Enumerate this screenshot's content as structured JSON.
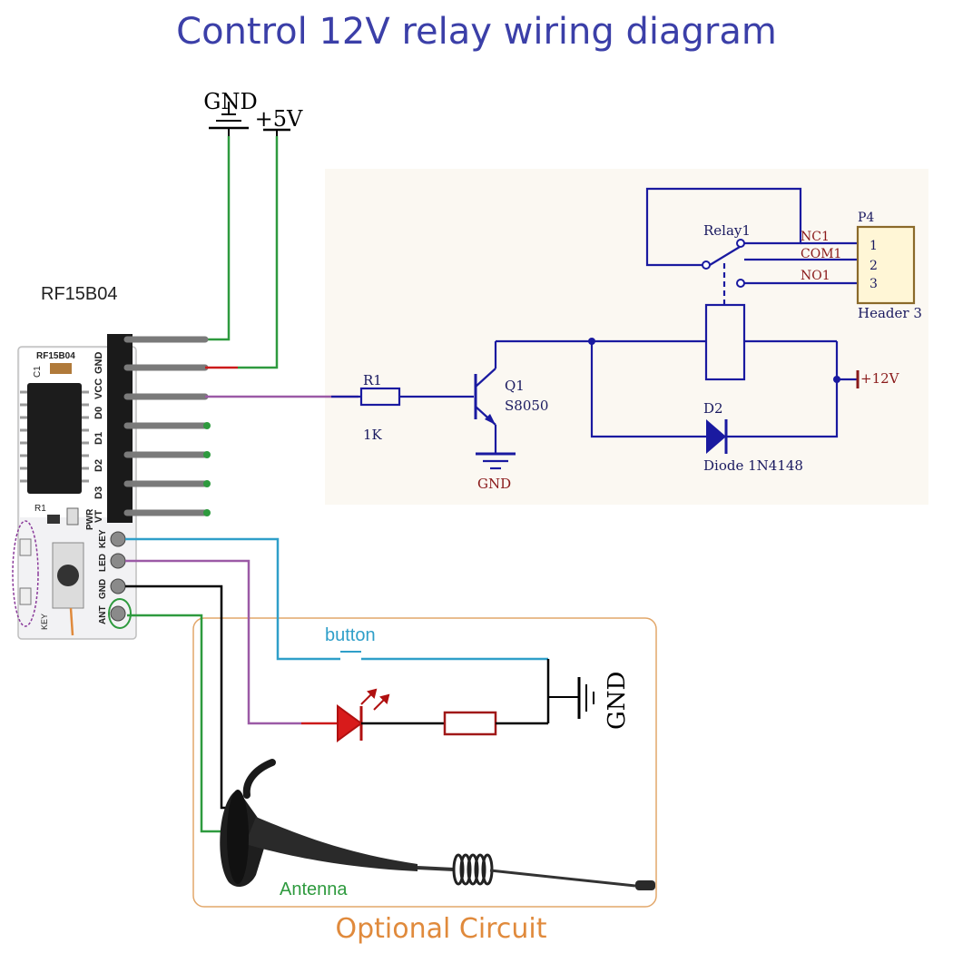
{
  "title": "Control 12V relay wiring diagram",
  "power": {
    "gnd": "GND",
    "vcc": "+5V"
  },
  "module": {
    "name": "RF15B04",
    "silk_name": "RF15B04",
    "pin_labels": [
      "GND",
      "VCC",
      "D0",
      "D1",
      "D2",
      "D3",
      "VT"
    ],
    "side_labels": [
      "KEY",
      "LED",
      "GND",
      "ANT"
    ],
    "component_labels": [
      "C1",
      "R1",
      "PWR",
      "KEY"
    ]
  },
  "relay_circuit": {
    "r1_label": "R1",
    "r1_value": "1K",
    "q1_label": "Q1",
    "q1_part": "S8050",
    "gnd_label": "GND",
    "relay_label": "Relay1",
    "nc_label": "NC1",
    "com_label": "COM1",
    "no_label": "NO1",
    "header_label": "P4",
    "header_pins": [
      "1",
      "2",
      "3"
    ],
    "header_name": "Header 3",
    "supply_label": "+12V",
    "diode_label": "D2",
    "diode_part": "Diode 1N4148"
  },
  "optional": {
    "button_label": "button",
    "gnd_label": "GND",
    "antenna_label": "Antenna",
    "box_label": "Optional Circuit"
  },
  "colors": {
    "title": "#3b3fa8",
    "green_wire": "#2e9a3e",
    "purple_wire": "#9b5aa6",
    "blue_wire": "#2f9fc9",
    "schematic_blue": "#1a1aa0",
    "led_red": "#d81b1b",
    "resistor_red": "#a01818",
    "orange": "#e08a3c"
  }
}
